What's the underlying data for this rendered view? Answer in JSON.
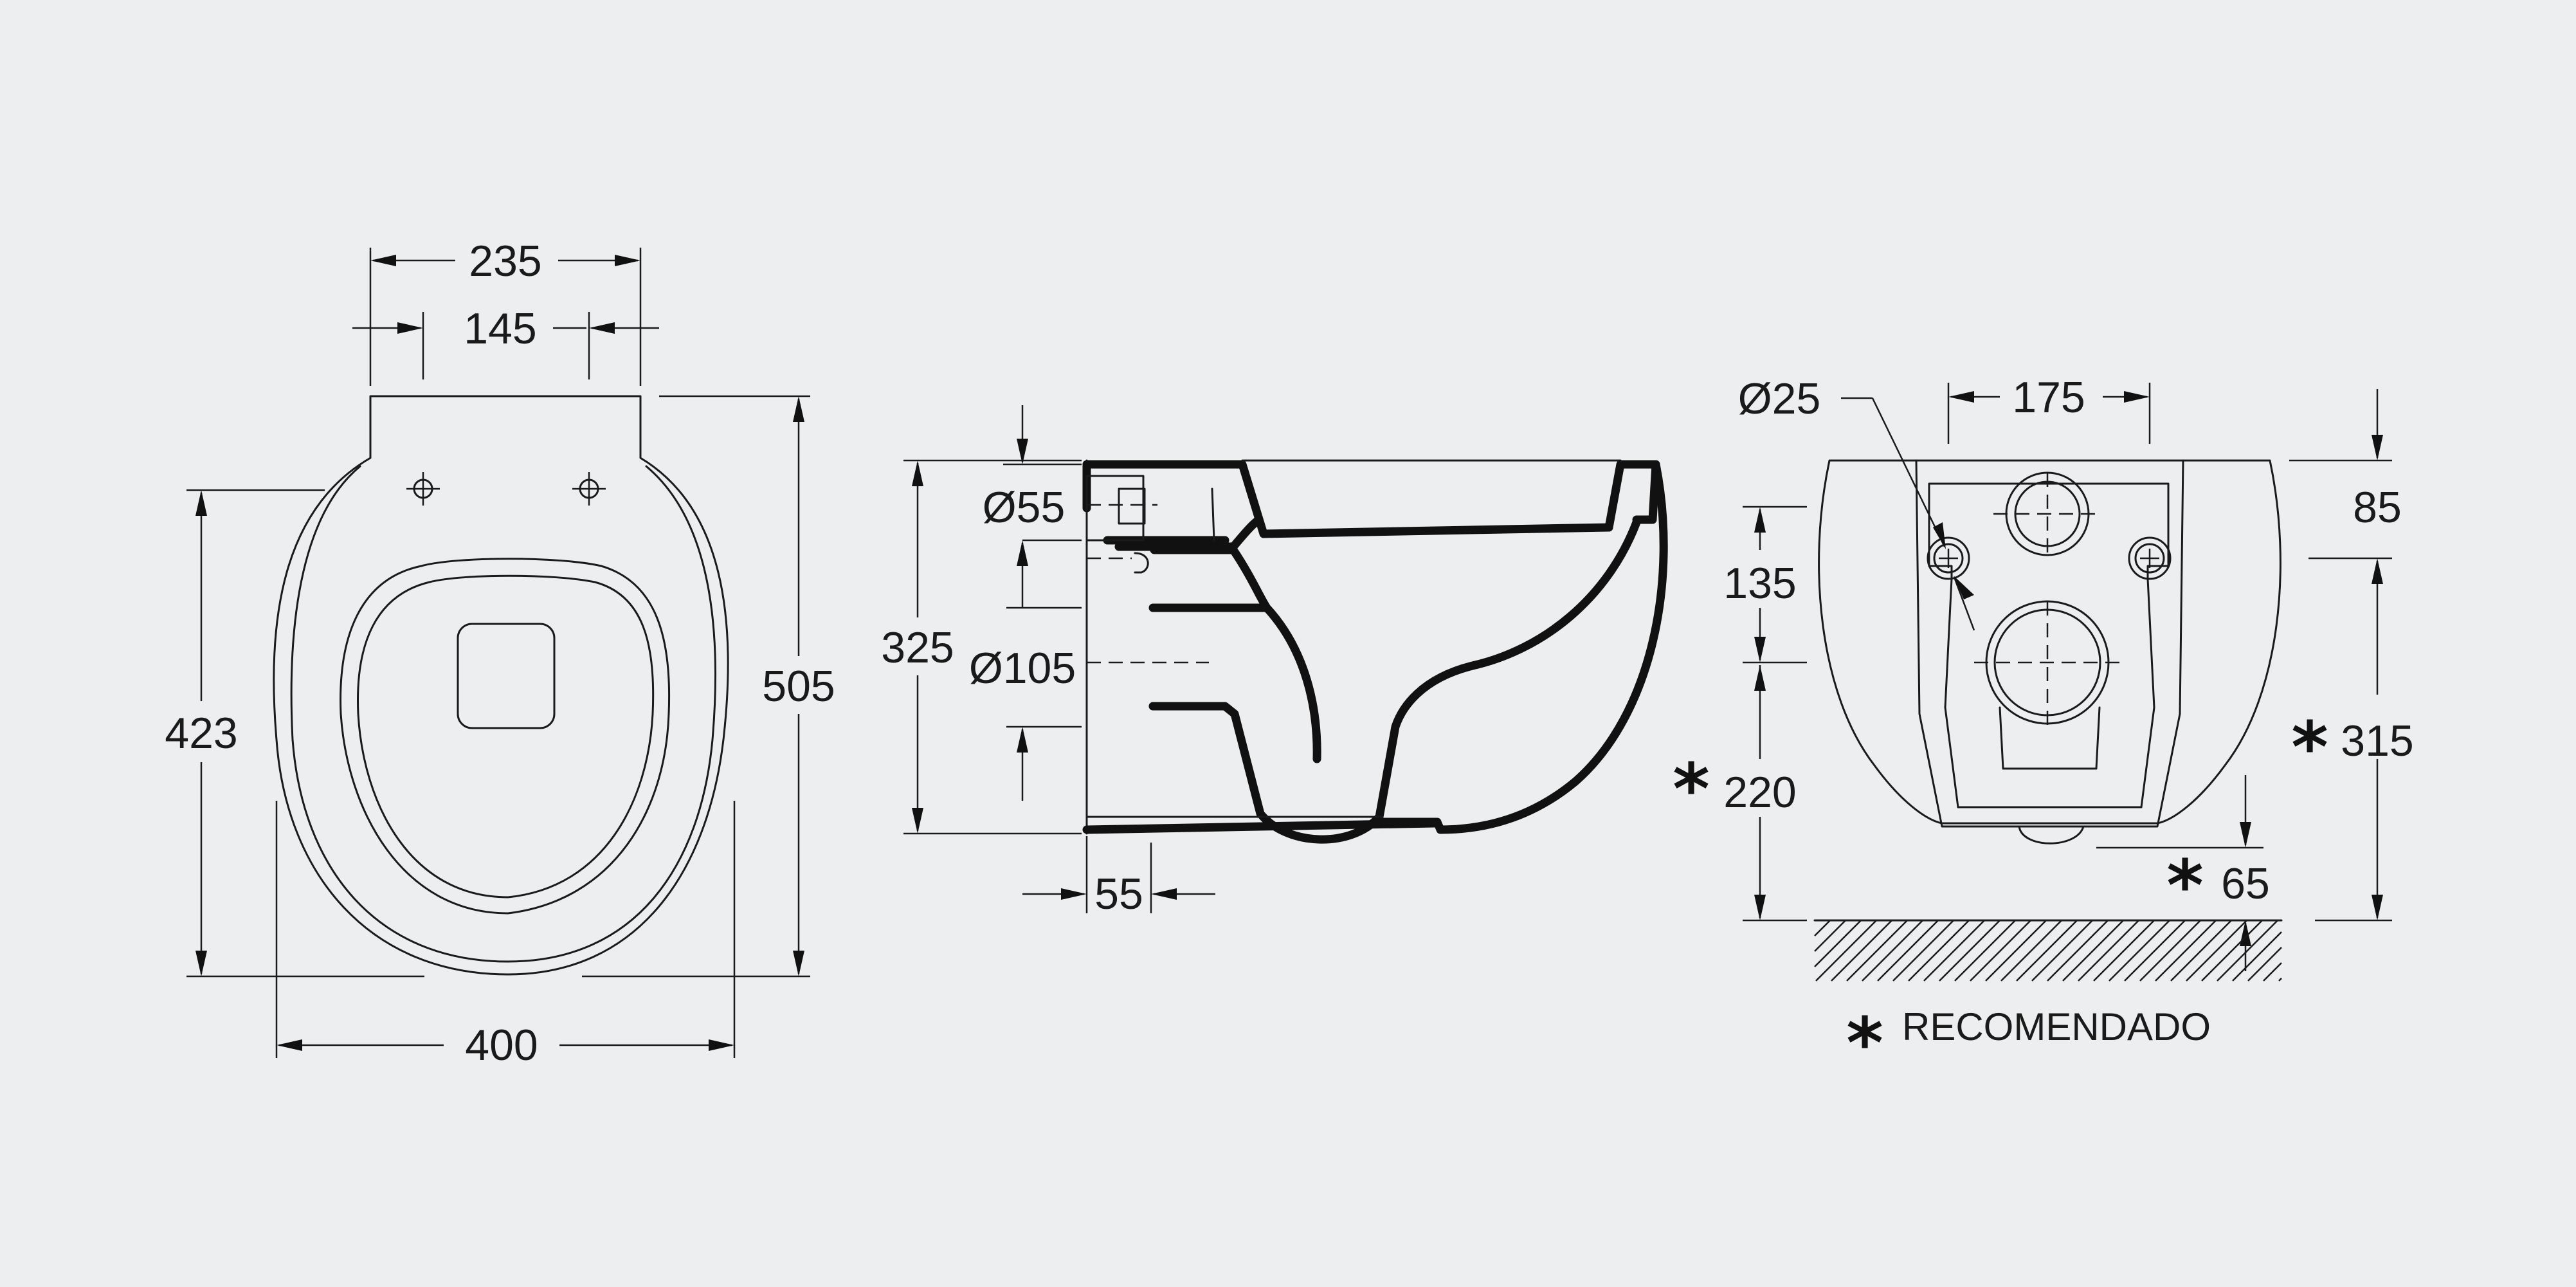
{
  "top_view": {
    "dim_top_width": "235",
    "dim_hole_spacing": "145",
    "dim_length": "505",
    "dim_bowl_length": "423",
    "dim_total_width": "400"
  },
  "side_view": {
    "dim_height": "325",
    "dim_inlet_diameter": "Ø55",
    "dim_outlet_diameter": "Ø105",
    "dim_outlet_offset": "55"
  },
  "back_view": {
    "dim_bolt_diameter": "Ø25",
    "dim_bolt_spacing": "175",
    "dim_top_to_inlet": "85",
    "dim_inlet_to_outlet": "135",
    "dim_outlet_to_floor": "220",
    "dim_inlet_to_floor": "315",
    "dim_bottom_to_floor": "65",
    "recommended_marker": "*"
  },
  "legend": {
    "marker": "*",
    "label": "RECOMENDADO"
  }
}
